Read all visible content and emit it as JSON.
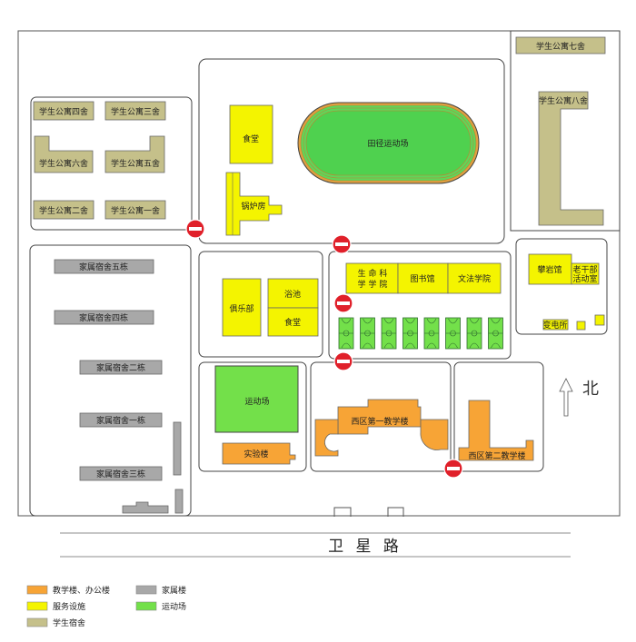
{
  "colors": {
    "dorm": "#c5c08a",
    "service": "#f4f400",
    "teaching": "#f7a436",
    "family": "#a8a8a8",
    "sports": "#73e04a",
    "track_inner": "#4fd14f",
    "track_ring": "#e0a040"
  },
  "dorms": {
    "seven": "学生公寓七舍",
    "eight": "学生公寓八舍",
    "four": "学生公寓四舍",
    "three": "学生公寓三舍",
    "six": "学生公寓六舍",
    "five": "学生公寓五舍",
    "two": "学生公寓二舍",
    "one": "学生公寓一舍"
  },
  "family": {
    "five": "家属宿舍五栋",
    "four": "家属宿舍四栋",
    "two": "家属宿舍二栋",
    "one": "家属宿舍一栋",
    "three": "家属宿舍三栋"
  },
  "service": {
    "canteen_north": "食堂",
    "boiler": "锅炉房",
    "club": "俱乐部",
    "bath": "浴池",
    "canteen": "食堂",
    "lib": "图书馆",
    "panyan": "攀岩馆"
  },
  "colleges": {
    "life_line1": "生 命 科",
    "life_line2": "学 学 院",
    "law": "文法学院"
  },
  "misc": {
    "elderly_line1": "老干部",
    "elderly_line2": "活动室",
    "substation": "变电所"
  },
  "sports": {
    "track": "田径运动场",
    "field": "运动场"
  },
  "teaching": {
    "lab": "实验楼",
    "first": "西区第一教学楼",
    "second": "西区第二教学楼"
  },
  "road_name": "卫 星 路",
  "north_label": "北",
  "legend": {
    "teaching": "教学楼、办公楼",
    "family": "家属楼",
    "service": "服务设施",
    "sports": "运动场",
    "dorm": "学生宿舍"
  }
}
